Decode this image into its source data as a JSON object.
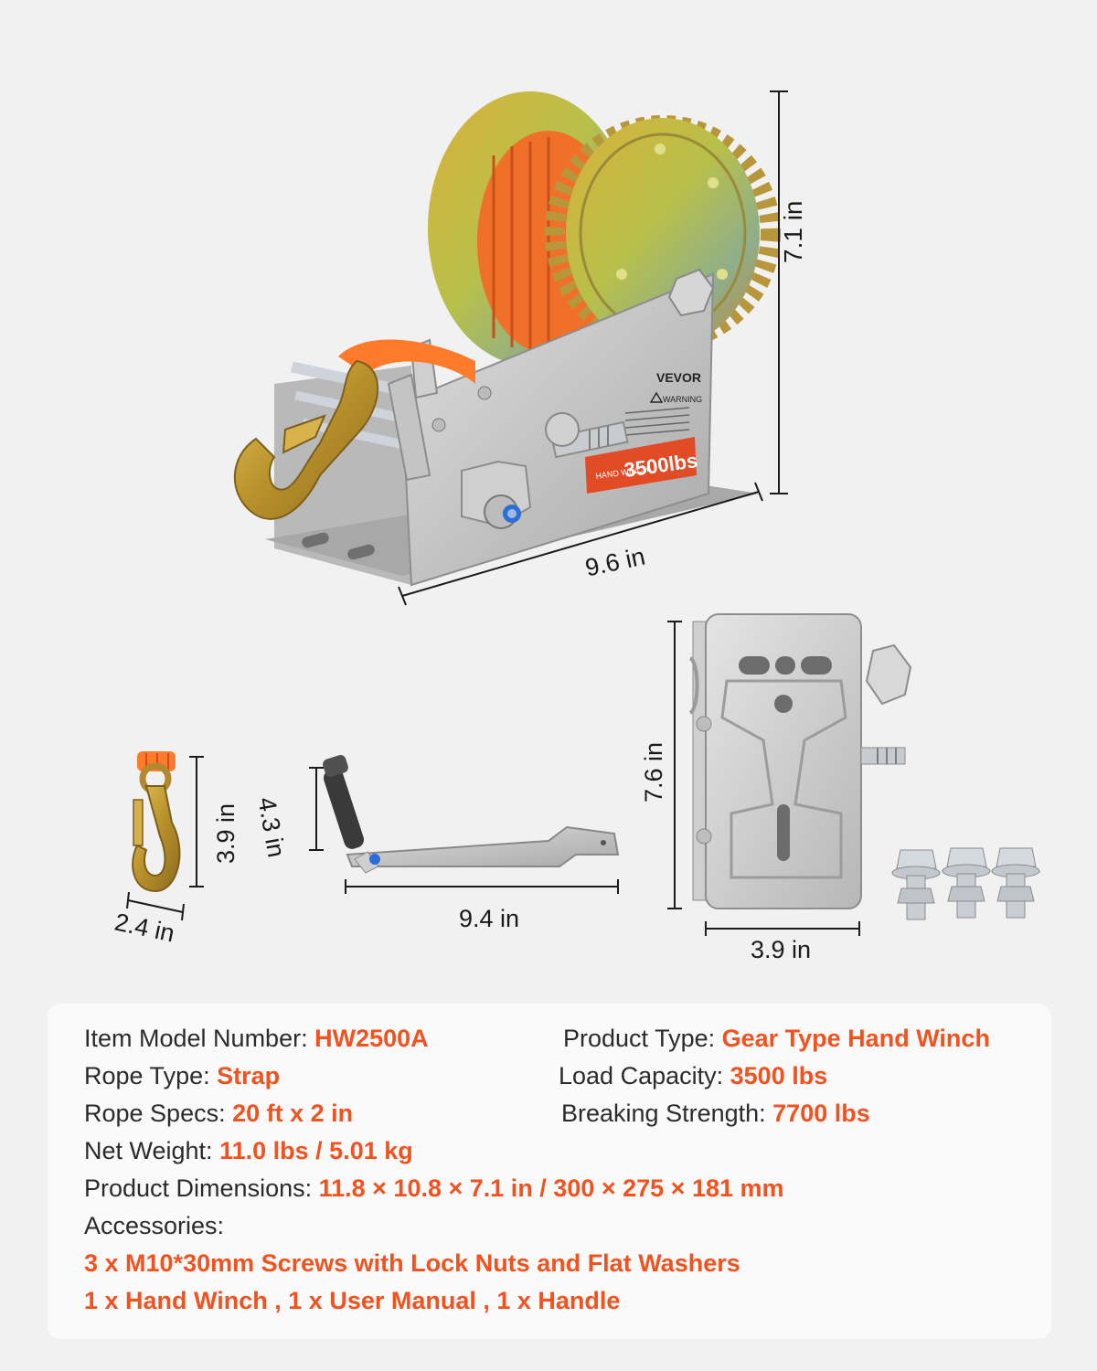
{
  "brand": "VEVOR",
  "label": {
    "warning": "WARNING",
    "hand_winch": "HAND WINCH",
    "capacity": "3500lbs"
  },
  "dimensions": {
    "winch_height": "7.1 in",
    "winch_length": "9.6 in",
    "hook_height": "3.9 in",
    "hook_width": "2.4 in",
    "handle_height": "4.3 in",
    "handle_length": "9.4 in",
    "plate_height": "7.6 in",
    "plate_width": "3.9 in"
  },
  "specs": {
    "model": {
      "label": "Item Model Number:",
      "value": "HW2500A"
    },
    "product_type": {
      "label": "Product Type:",
      "value": "Gear Type Hand Winch"
    },
    "rope_type": {
      "label": "Rope Type:",
      "value": "Strap"
    },
    "load_capacity": {
      "label": "Load Capacity:",
      "value": "3500 lbs"
    },
    "rope_specs": {
      "label": "Rope Specs:",
      "value": "20 ft x 2 in"
    },
    "breaking_strength": {
      "label": "Breaking Strength:",
      "value": "7700 lbs"
    },
    "net_weight": {
      "label": "Net Weight:",
      "value": "11.0 lbs / 5.01 kg"
    },
    "product_dimensions": {
      "label": "Product Dimensions:",
      "value": "11.8 × 10.8 × 7.1 in / 300 × 275 × 181 mm"
    },
    "accessories_label": "Accessories:",
    "accessories_line1": "3 x M10*30mm Screws with Lock Nuts and Flat Washers",
    "accessories_line2": "1 x Hand Winch , 1 x User Manual , 1 x Handle"
  },
  "colors": {
    "accent": "#f0531f",
    "strap": "#ff7a2a",
    "metal": "#c9c9c9",
    "gold": "#c9a23a"
  }
}
